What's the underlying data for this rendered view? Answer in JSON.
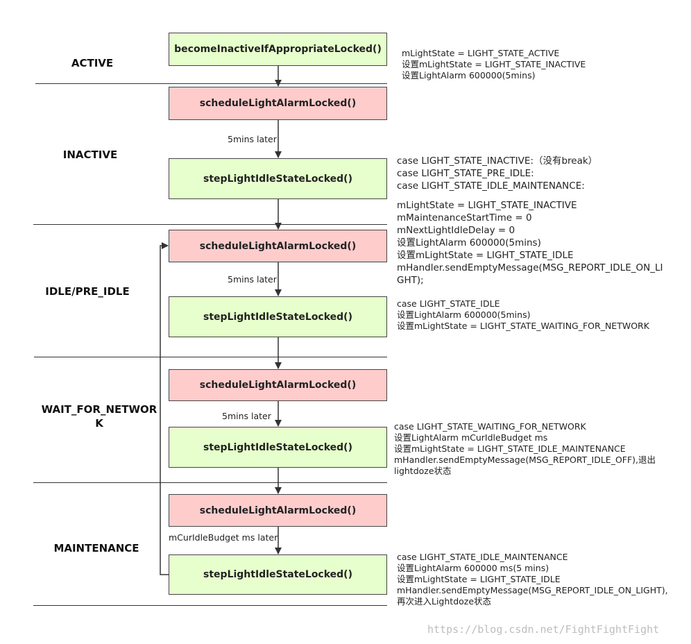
{
  "states": {
    "active": "ACTIVE",
    "inactive": "INACTIVE",
    "idle": "IDLE/PRE_IDLE",
    "wait_line1": "WAIT_FOR_NETWOR",
    "wait_line2": "K",
    "maintenance": "MAINTENANCE"
  },
  "boxes": {
    "become_inactive": "becomeInactiveIfAppropriateLocked()",
    "schedule": "scheduleLightAlarmLocked()",
    "step": "stepLightIdleStateLocked()"
  },
  "edge_labels": {
    "five_mins": "5mins later",
    "budget": "mCurIdleBudget ms later"
  },
  "notes": {
    "active": "mLightState = LIGHT_STATE_ACTIVE\n设置mLightState = LIGHT_STATE_INACTIVE\n设置LightAlarm 600000(5mins)",
    "inactive_case": "case LIGHT_STATE_INACTIVE:（没有break）\ncase LIGHT_STATE_PRE_IDLE:\ncase LIGHT_STATE_IDLE_MAINTENANCE:",
    "inactive_body": "mLightState = LIGHT_STATE_INACTIVE\nmMaintenanceStartTime = 0\nmNextLightIdleDelay = 0\n设置LightAlarm 600000(5mins)\n设置mLightState = LIGHT_STATE_IDLE\nmHandler.sendEmptyMessage(MSG_REPORT_IDLE_ON_LI\nGHT);",
    "idle": "case LIGHT_STATE_IDLE\n设置LightAlarm 600000(5mins)\n设置mLightState = LIGHT_STATE_WAITING_FOR_NETWORK",
    "wait": "case LIGHT_STATE_WAITING_FOR_NETWORK\n设置LightAlarm mCurIdleBudget ms\n设置mLightState = LIGHT_STATE_IDLE_MAINTENANCE\nmHandler.sendEmptyMessage(MSG_REPORT_IDLE_OFF),退出\nlightdoze状态",
    "maintenance": "case LIGHT_STATE_IDLE_MAINTENANCE\n设置LightAlarm 600000 ms(5 mins)\n设置mLightState = LIGHT_STATE_IDLE\nmHandler.sendEmptyMessage(MSG_REPORT_IDLE_ON_LIGHT),\n再次进入Lightdoze状态"
  },
  "watermark": "https://blog.csdn.net/FightFightFight",
  "colors": {
    "green_box": "#e6ffcc",
    "red_box": "#ffcccc",
    "line": "#333333"
  }
}
